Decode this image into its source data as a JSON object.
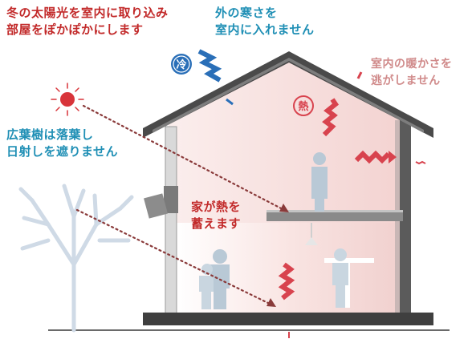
{
  "colors": {
    "text_red": "#c22a2a",
    "text_blue": "#1f8fb5",
    "text_pink": "#d08a8a",
    "cold_blue": "#2a6fb8",
    "heat_red": "#d8434e",
    "wall_dark": "#3c3c3c",
    "interior_pink": "#f6dedc",
    "tree": "#cfdae6"
  },
  "labels": {
    "sun_line1": "冬の太陽光を室内に取り込み",
    "sun_line2": "部屋をぽかぽかにします",
    "cold_line1": "外の寒さを",
    "cold_line2": "室内に入れません",
    "warm_line1": "室内の暖かさを",
    "warm_line2": "逃がしません",
    "tree_line1": "広葉樹は落葉し",
    "tree_line2": "日射しを遮りません",
    "house_line1": "家が熱を",
    "house_line2": "蓄えます"
  },
  "badges": {
    "cold": "冷",
    "heat": "熱"
  },
  "icons": {
    "sun": "sun-icon",
    "cold_wave": "cold-wave-icon",
    "heat_wave": "heat-wave-icon",
    "person": "person-icon",
    "tree": "tree-icon"
  }
}
